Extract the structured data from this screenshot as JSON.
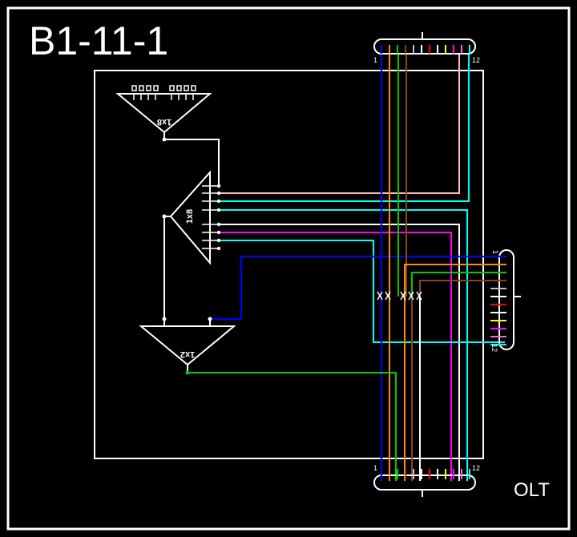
{
  "diagram": {
    "title": "B1-11-1",
    "corner_label": "OLT",
    "splitter_1x8_top": {
      "label": "1x8"
    },
    "splitter_1x8_mid": {
      "label": "1x8"
    },
    "splitter_1x2": {
      "label": "1x2"
    },
    "connector_top": {
      "start_label": "1",
      "end_label": "12"
    },
    "connector_bottom": {
      "start_label": "1",
      "end_label": "12"
    },
    "connector_right": {
      "start_label": "1",
      "end_label": "12"
    },
    "fiber_colors": [
      "#0000ff",
      "#ff8c00",
      "#00cc00",
      "#8b4513",
      "#c0c0c0",
      "#ffffff",
      "#ff0000",
      "#ffffff",
      "#ffff00",
      "#ff00ff",
      "#ff66cc",
      "#00ffff"
    ],
    "colors": {
      "background": "#000000",
      "line": "#ffffff",
      "blue": "#0000ff",
      "orange": "#ff8c00",
      "green": "#00cc00",
      "brown": "#8b4513",
      "white": "#ffffff",
      "pink": "#ffb6c1",
      "cyan": "#00ffff",
      "magenta": "#ff00ff"
    }
  }
}
